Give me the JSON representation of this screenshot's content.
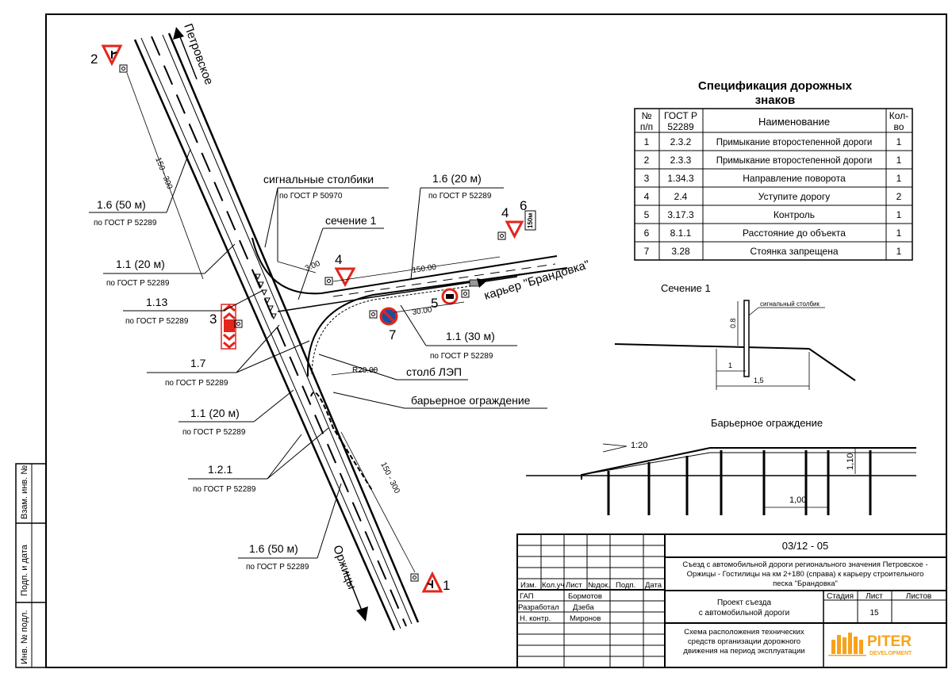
{
  "directions": {
    "north": "Петровское",
    "south": "Оржицы",
    "east": "карьер \"Брандовка\""
  },
  "sign_numbers": {
    "s1": "1",
    "s2": "2",
    "s3": "3",
    "s4a": "4",
    "s4b": "4",
    "s5": "5",
    "s6": "6",
    "s7": "7"
  },
  "plate_150": "150м",
  "markings": {
    "m1": {
      "label": "1.6 (50 м)",
      "std": "по ГОСТ Р 52289"
    },
    "m2": {
      "label": "1.1 (20 м)",
      "std": "по ГОСТ Р 52289"
    },
    "m3": {
      "label": "1.13",
      "std": "по ГОСТ Р 52289"
    },
    "m4": {
      "label": "1.7",
      "std": "по ГОСТ Р 52289"
    },
    "m5": {
      "label": "1.1 (20 м)",
      "std": "по ГОСТ Р 52289"
    },
    "m6": {
      "label": "1.2.1",
      "std": "по ГОСТ Р 52289"
    },
    "m7": {
      "label": "1.6 (50 м)",
      "std": "по ГОСТ Р 52289"
    },
    "m8": {
      "label": "1.6 (20 м)",
      "std": "по ГОСТ Р 52289"
    },
    "m9": {
      "label": "1.1 (30 м)",
      "std": "по ГОСТ Р 52289"
    }
  },
  "callouts": {
    "posts": "сигнальные столбики",
    "posts_std": "по ГОСТ Р 50970",
    "section": "сечение 1",
    "pole": "столб ЛЭП",
    "barrier": "барьерное ограждение"
  },
  "dimensions": {
    "d150_300_top": "150 - 300",
    "d150_300_bottom": "150 - 300",
    "d3": "3.00",
    "d150": "150.00",
    "d30": "30.00",
    "r20": "R20.00"
  },
  "spec_table": {
    "title_line1": "Спецификация дорожных",
    "title_line2": "знаков",
    "headers": {
      "num": [
        "№",
        "п/п"
      ],
      "gost": [
        "ГОСТ Р",
        "52289"
      ],
      "name": "Наименование",
      "qty": [
        "Кол-",
        "во"
      ]
    },
    "rows": [
      {
        "n": "1",
        "gost": "2.3.2",
        "name": "Примыкание второстепенной дороги",
        "qty": "1"
      },
      {
        "n": "2",
        "gost": "2.3.3",
        "name": "Примыкание второстепенной дороги",
        "qty": "1"
      },
      {
        "n": "3",
        "gost": "1.34.3",
        "name": "Направление поворота",
        "qty": "1"
      },
      {
        "n": "4",
        "gost": "2.4",
        "name": "Уступите дорогу",
        "qty": "2"
      },
      {
        "n": "5",
        "gost": "3.17.3",
        "name": "Контроль",
        "qty": "1"
      },
      {
        "n": "6",
        "gost": "8.1.1",
        "name": "Расстояние до объекта",
        "qty": "1"
      },
      {
        "n": "7",
        "gost": "3.28",
        "name": "Стоянка запрещена",
        "qty": "1"
      }
    ]
  },
  "section1": {
    "title": "Сечение 1",
    "post_label": "сигнальный столбик",
    "h": "0.8",
    "w1": "1",
    "w2": "1,5"
  },
  "barrier": {
    "title": "Барьерное ограждение",
    "slope": "1:20",
    "h": "1,10",
    "span": "1,00"
  },
  "side_stamp": {
    "col1": "Инв. № подл.",
    "col2": "Подп. и дата",
    "col3": "Взам. инв. №"
  },
  "title_block": {
    "code": "03/12 - 05",
    "description": [
      "Съезд с автомобильной дороги регионального значения Петровское -",
      "Оржицы - Гостилицы на км 2+180 (справа) к карьеру строительного",
      "песка \"Брандовка\""
    ],
    "headers": [
      "Изм.",
      "Кол.уч",
      "Лист",
      "№док.",
      "Подп.",
      "Дата"
    ],
    "people": [
      {
        "role": "ГАП",
        "name": "Бормотов"
      },
      {
        "role": "Разработал",
        "name": "Дзеба"
      },
      {
        "role": "Н. контр.",
        "name": "Миронов"
      }
    ],
    "project": [
      "Проект съезда",
      "с автомобильной дороги"
    ],
    "stage_labels": [
      "Стадия",
      "Лист",
      "Листов"
    ],
    "sheet_no": "15",
    "scheme": [
      "Схема расположения технических",
      "средств организации дорожного",
      "движения на период эксплуатации"
    ],
    "logo_main": "PITER",
    "logo_sub": "DEVELOPMENT",
    "logo_color": "#f7a21b"
  },
  "colors": {
    "sign_red": "#e3251c",
    "sign_blue": "#1d4ea0"
  }
}
